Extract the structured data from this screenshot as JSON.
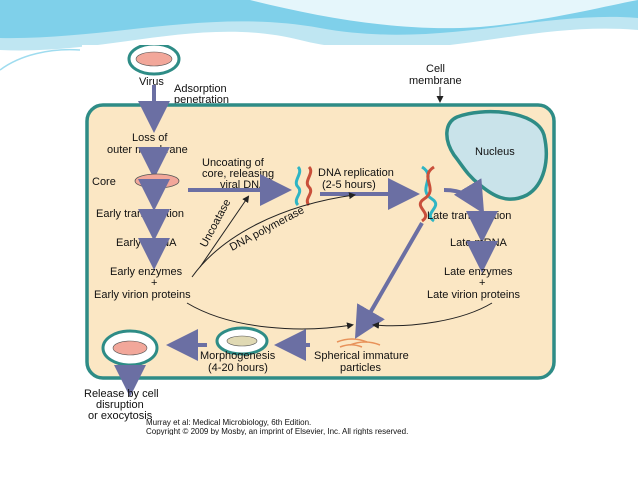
{
  "diagram": {
    "virus_label": "Virus",
    "adsorption": [
      "Adsorption",
      "penetration"
    ],
    "cell_membrane": [
      "Cell",
      "membrane"
    ],
    "nucleus": "Nucleus",
    "loss_outer": [
      "Loss of",
      "outer membrane"
    ],
    "core": "Core",
    "uncoating": [
      "Uncoating of",
      "core, releasing",
      "viral DNA"
    ],
    "dna_replication": [
      "DNA replication",
      "(2-5 hours)"
    ],
    "early_transcription": "Early transcription",
    "early_mrna": "Early mRNA",
    "early_enzymes": [
      "Early enzymes",
      "+",
      "Early virion proteins"
    ],
    "uncoatase": "Uncoatase",
    "dna_polymerase": "DNA polymerase",
    "late_transcription": "Late transcription",
    "late_mrna": "Late mRNA",
    "late_enzymes": [
      "Late enzymes",
      "+",
      "Late virion proteins"
    ],
    "morphogenesis": [
      "Morphogenesis",
      "(4-20 hours)"
    ],
    "spherical": [
      "Spherical immature",
      "particles"
    ],
    "release": [
      "Release by cell",
      "disruption",
      "or exocytosis"
    ],
    "credit": [
      "Murray et al: Medical Microbiology, 6th Edition.",
      "Copyright © 2009 by Mosby, an imprint of Elsevier, Inc. All rights reserved."
    ]
  },
  "colors": {
    "cell_fill": "#fbe7c4",
    "membrane": "#2e8c86",
    "arrow": "#6b6fa3",
    "core_fill": "#f2a79a",
    "wave": "#2fb5c4",
    "nucleus_fill": "#c9e3ea"
  }
}
